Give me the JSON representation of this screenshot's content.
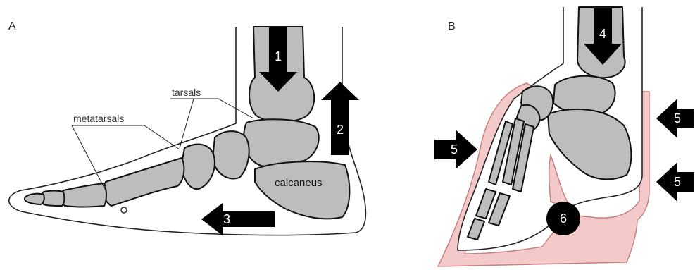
{
  "panels": {
    "a": {
      "label": "A",
      "annotations": {
        "tarsals": "tarsals",
        "metatarsals": "metatarsals",
        "calcaneus": "calcaneus"
      },
      "arrows": {
        "one": "1",
        "two": "2",
        "three": "3"
      }
    },
    "b": {
      "label": "B",
      "markers": {
        "four": "4",
        "five_left": "5",
        "five_right_upper": "5",
        "five_right_lower": "5",
        "six": "6"
      }
    }
  },
  "colors": {
    "bone_fill": "#bdbdbd",
    "outline": "#222222",
    "arrow": "#000000",
    "shoe_fill": "#f4c9c9"
  }
}
